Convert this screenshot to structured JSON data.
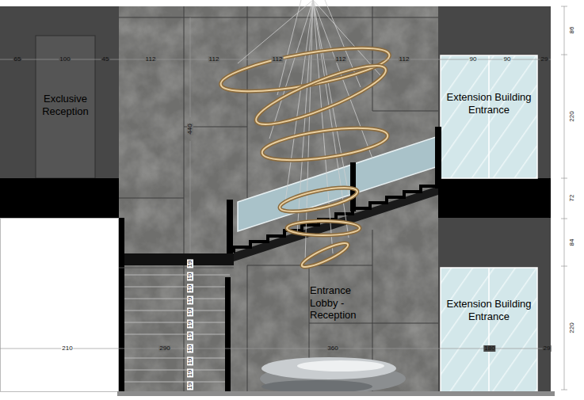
{
  "diagram": {
    "nodes": [
      {
        "text": [
          "Exclusive Reception"
        ]
      },
      {
        "text": [
          "Extension Building Entrance"
        ]
      },
      {
        "text": [
          "Extension Building Entrance"
        ]
      }
    ],
    "labels": [
      "65",
      "100",
      "45",
      "112",
      "112",
      "112",
      "112",
      "112",
      "90",
      "90",
      "29",
      "86",
      "220",
      "72",
      "84",
      "220",
      "440",
      "19",
      "19",
      "19",
      "19",
      "19",
      "19",
      "19",
      "19",
      "19",
      "19",
      "19",
      "Entrance Lobby - Reception",
      "210",
      "290",
      "360",
      "180",
      "29"
    ]
  }
}
